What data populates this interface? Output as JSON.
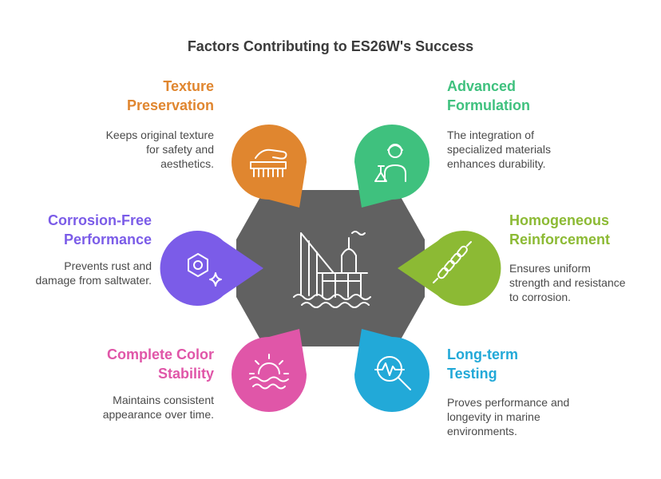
{
  "title": "Factors Contributing to ES26W's Success",
  "colors": {
    "hub": "#616161",
    "texture": "#e0862f",
    "formulation": "#3fc17e",
    "corrosion": "#7b5ce8",
    "reinforcement": "#8cba34",
    "color_stability": "#e056a8",
    "testing": "#22a9d8"
  },
  "factors": {
    "texture": {
      "heading_line1": "Texture",
      "heading_line2": "Preservation",
      "desc_line1": "Keeps original texture",
      "desc_line2": "for safety and",
      "desc_line3": "aesthetics.",
      "icon": "brush-hand-icon"
    },
    "formulation": {
      "heading_line1": "Advanced",
      "heading_line2": "Formulation",
      "desc_line1": "The integration of",
      "desc_line2": "specialized materials",
      "desc_line3": "enhances durability.",
      "icon": "scientist-icon"
    },
    "corrosion": {
      "heading_line1": "Corrosion-Free",
      "heading_line2": "Performance",
      "desc_line1": "Prevents rust and",
      "desc_line2": "damage from saltwater.",
      "icon": "hex-nut-sparkle-icon"
    },
    "reinforcement": {
      "heading_line1": "Homogeneous",
      "heading_line2": "Reinforcement",
      "desc_line1": "Ensures uniform",
      "desc_line2": "strength and resistance",
      "desc_line3": "to corrosion.",
      "icon": "chain-link-icon"
    },
    "color_stability": {
      "heading_line1": "Complete Color",
      "heading_line2": "Stability",
      "desc_line1": "Maintains consistent",
      "desc_line2": "appearance over time.",
      "icon": "sunset-waves-icon"
    },
    "testing": {
      "heading_line1": "Long-term",
      "heading_line2": "Testing",
      "desc_line1": "Proves performance and",
      "desc_line2": "longevity in marine",
      "desc_line3": "environments.",
      "icon": "magnifier-pulse-icon"
    }
  },
  "hub_icon": "offshore-platform-icon"
}
